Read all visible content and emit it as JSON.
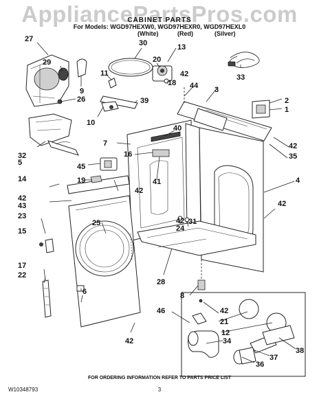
{
  "watermark": "AppliancePartsPros.com",
  "header": {
    "title": "CABINET PARTS",
    "models": "For Models: WGD97HEXW0, WGD97HEXR0, WGD97HEXL0",
    "colors": [
      "(White)",
      "(Red)",
      "(Silver)"
    ]
  },
  "callouts": [
    "27",
    "29",
    "9",
    "26",
    "32",
    "5",
    "14",
    "42",
    "43",
    "23",
    "15",
    "17",
    "22",
    "25",
    "6",
    "42",
    "30",
    "11",
    "20",
    "18",
    "42",
    "13",
    "39",
    "10",
    "44",
    "3",
    "2",
    "1",
    "40",
    "7",
    "16",
    "41",
    "45",
    "42",
    "19",
    "42",
    "24",
    "31",
    "28",
    "8",
    "46",
    "42",
    "21",
    "12",
    "34",
    "36",
    "37",
    "38",
    "33",
    "42",
    "35",
    "4",
    "42"
  ],
  "footer": {
    "ordering": "FOR ORDERING INFORMATION REFER TO PARTS PRICE LIST",
    "doc_number": "W10348793",
    "page_number": "3"
  }
}
